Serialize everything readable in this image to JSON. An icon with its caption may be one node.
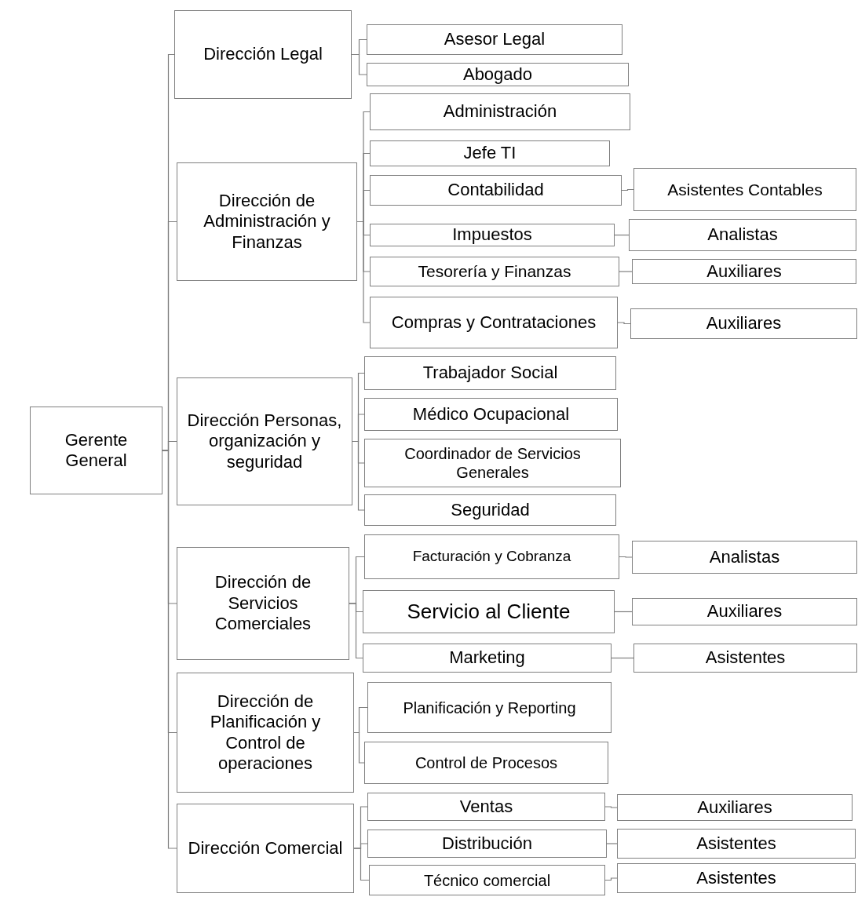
{
  "diagram": {
    "nodes": [
      {
        "text": [
          "Gerente General"
        ]
      },
      {
        "text": [
          "Dirección Legal"
        ]
      },
      {
        "text": [
          "Asesor Legal"
        ]
      },
      {
        "text": [
          "Abogado"
        ]
      },
      {
        "text": [
          "Dirección de Administración y Finanzas"
        ]
      },
      {
        "text": [
          "Administración"
        ]
      },
      {
        "text": [
          "Jefe TI"
        ]
      },
      {
        "text": [
          "Contabilidad"
        ]
      },
      {
        "text": [
          "Asistentes Contables"
        ]
      },
      {
        "text": [
          "Impuestos"
        ]
      },
      {
        "text": [
          "Analistas"
        ]
      },
      {
        "text": [
          "Tesorería y Finanzas"
        ]
      },
      {
        "text": [
          "Auxiliares"
        ]
      },
      {
        "text": [
          "Compras y Contrataciones"
        ]
      },
      {
        "text": [
          "Auxiliares"
        ]
      },
      {
        "text": [
          "Dirección Personas, organización y seguridad"
        ]
      },
      {
        "text": [
          "Trabajador Social"
        ]
      },
      {
        "text": [
          "Médico Ocupacional"
        ]
      },
      {
        "text": [
          "Coordinador de Servicios Generales"
        ]
      },
      {
        "text": [
          "Seguridad"
        ]
      },
      {
        "text": [
          "Dirección de Servicios Comerciales"
        ]
      },
      {
        "text": [
          "Facturación y Cobranza"
        ]
      },
      {
        "text": [
          "Analistas"
        ]
      },
      {
        "text": [
          "Servicio al Cliente"
        ]
      },
      {
        "text": [
          "Auxiliares"
        ]
      },
      {
        "text": [
          "Marketing"
        ]
      },
      {
        "text": [
          "Asistentes"
        ]
      },
      {
        "text": [
          "Dirección de Planificación y Control de operaciones"
        ]
      },
      {
        "text": [
          "Planificación y Reporting"
        ]
      },
      {
        "text": [
          "Control de Procesos"
        ]
      },
      {
        "text": [
          "Dirección Comercial"
        ]
      },
      {
        "text": [
          "Ventas"
        ]
      },
      {
        "text": [
          "Auxiliares"
        ]
      },
      {
        "text": [
          "Distribución"
        ]
      },
      {
        "text": [
          "Asistentes"
        ]
      },
      {
        "text": [
          "Técnico comercial"
        ]
      },
      {
        "text": [
          "Asistentes"
        ]
      }
    ],
    "edges": [
      {
        "from": 0,
        "to": 1,
        "arrow": "none"
      },
      {
        "from": 0,
        "to": 4,
        "arrow": "none"
      },
      {
        "from": 0,
        "to": 15,
        "arrow": "none"
      },
      {
        "from": 0,
        "to": 20,
        "arrow": "none"
      },
      {
        "from": 0,
        "to": 27,
        "arrow": "none"
      },
      {
        "from": 0,
        "to": 30,
        "arrow": "none"
      },
      {
        "from": 1,
        "to": 2,
        "arrow": "none"
      },
      {
        "from": 1,
        "to": 3,
        "arrow": "none"
      },
      {
        "from": 4,
        "to": 5,
        "arrow": "none"
      },
      {
        "from": 4,
        "to": 6,
        "arrow": "none"
      },
      {
        "from": 4,
        "to": 7,
        "arrow": "none"
      },
      {
        "from": 4,
        "to": 9,
        "arrow": "none"
      },
      {
        "from": 4,
        "to": 11,
        "arrow": "none"
      },
      {
        "from": 4,
        "to": 13,
        "arrow": "none"
      },
      {
        "from": 7,
        "to": 8,
        "arrow": "none"
      },
      {
        "from": 9,
        "to": 10,
        "arrow": "none"
      },
      {
        "from": 11,
        "to": 12,
        "arrow": "none"
      },
      {
        "from": 13,
        "to": 14,
        "arrow": "none"
      },
      {
        "from": 15,
        "to": 16,
        "arrow": "none"
      },
      {
        "from": 15,
        "to": 17,
        "arrow": "none"
      },
      {
        "from": 15,
        "to": 18,
        "arrow": "none"
      },
      {
        "from": 15,
        "to": 19,
        "arrow": "none"
      },
      {
        "from": 20,
        "to": 21,
        "arrow": "none"
      },
      {
        "from": 20,
        "to": 23,
        "arrow": "none"
      },
      {
        "from": 20,
        "to": 25,
        "arrow": "none"
      },
      {
        "from": 21,
        "to": 22,
        "arrow": "none"
      },
      {
        "from": 23,
        "to": 24,
        "arrow": "none"
      },
      {
        "from": 25,
        "to": 26,
        "arrow": "none"
      },
      {
        "from": 27,
        "to": 28,
        "arrow": "none"
      },
      {
        "from": 27,
        "to": 29,
        "arrow": "none"
      },
      {
        "from": 30,
        "to": 31,
        "arrow": "none"
      },
      {
        "from": 30,
        "to": 33,
        "arrow": "none"
      },
      {
        "from": 30,
        "to": 35,
        "arrow": "none"
      },
      {
        "from": 31,
        "to": 32,
        "arrow": "none"
      },
      {
        "from": 33,
        "to": 34,
        "arrow": "none"
      },
      {
        "from": 35,
        "to": 36,
        "arrow": "none"
      }
    ]
  }
}
